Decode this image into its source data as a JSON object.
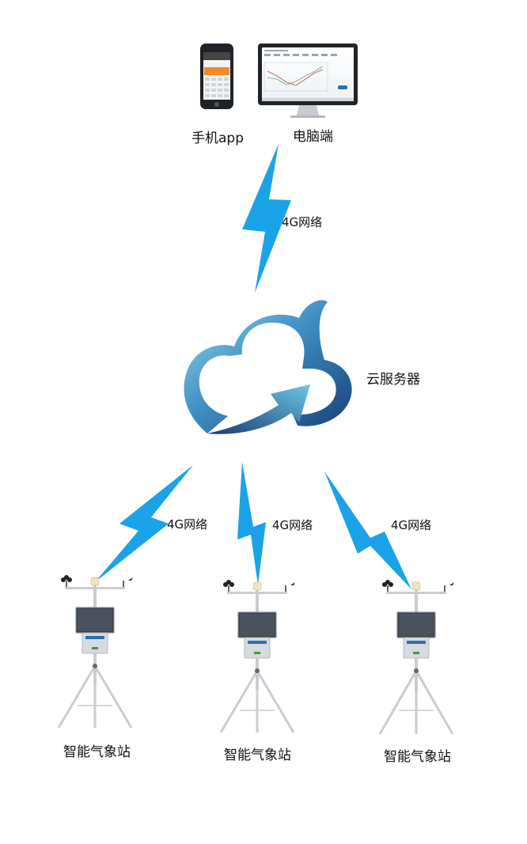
{
  "labels": {
    "phone": "手机app",
    "pc": "电脑端",
    "uplink_network": "4G网络",
    "cloud": "云服务器",
    "downlink_networks": [
      "4G网络",
      "4G网络",
      "4G网络"
    ],
    "stations": [
      "智能气象站",
      "智能气象站",
      "智能气象站"
    ]
  },
  "colors": {
    "lightning": "#1aa3e8",
    "cloud_dark": "#1c4f8a",
    "cloud_light": "#7fd0ea",
    "metal": "#c9ccd1",
    "panel": "#3b4048",
    "cabinet": "#d7dade",
    "sensor": "#f2e2b8"
  }
}
